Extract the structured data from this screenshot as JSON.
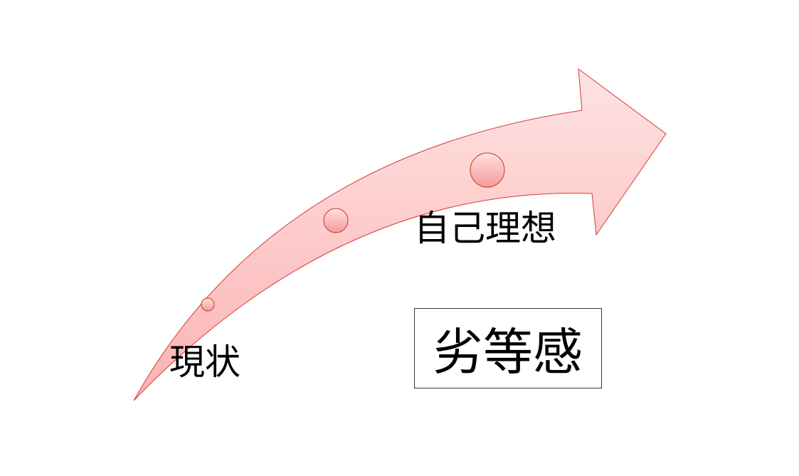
{
  "labels": {
    "current": "現状",
    "ideal": "自己理想",
    "boxed": "劣等感"
  },
  "colors": {
    "arrow_fill_light": "#ffe2e2",
    "arrow_fill_dark": "#fbb3b3",
    "arrow_stroke": "#d23a3a",
    "circle_stroke": "#c0392b"
  }
}
